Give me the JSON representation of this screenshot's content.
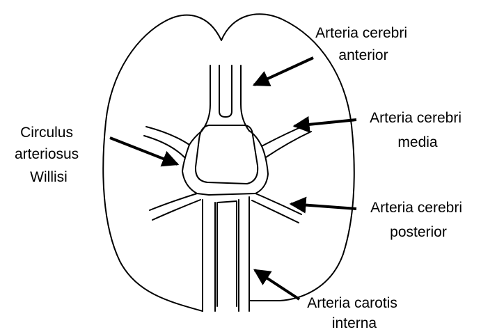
{
  "labels": {
    "anterior": [
      "Arteria cerebri",
      "anterior"
    ],
    "media": [
      "Arteria cerebri",
      "media"
    ],
    "circulus": [
      "Circulus",
      "arteriosus",
      "Willisi"
    ],
    "posterior": [
      "Arteria cerebri",
      "posterior"
    ],
    "carotis": [
      "Arteria carotis",
      "interna"
    ]
  },
  "colors": {
    "line": "#000000",
    "background": "#ffffff"
  }
}
